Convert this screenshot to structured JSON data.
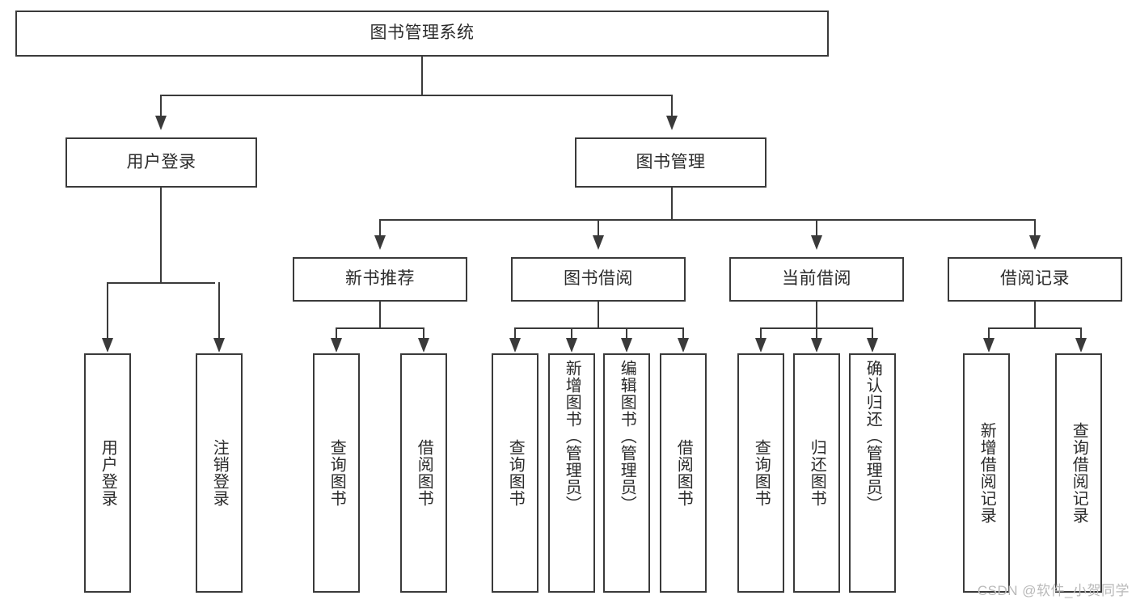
{
  "diagram": {
    "title": "图书管理系统",
    "watermark": "CSDN @软件_小贺同学",
    "colors": {
      "box_border": "#3a3a3a",
      "box_fill": "#ffffff",
      "text": "#2b2b2b",
      "connector": "#3a3a3a",
      "watermark": "#b9b9b9"
    },
    "root": {
      "label": "图书管理系统"
    },
    "level2": [
      {
        "label": "用户登录"
      },
      {
        "label": "图书管理"
      }
    ],
    "level3": [
      {
        "label": "新书推荐"
      },
      {
        "label": "图书借阅"
      },
      {
        "label": "当前借阅"
      },
      {
        "label": "借阅记录"
      }
    ],
    "leaves": {
      "user_login": [
        {
          "label": "用户登录"
        },
        {
          "label": "注销登录"
        }
      ],
      "new_book": [
        {
          "label": "查询图书"
        },
        {
          "label": "借阅图书"
        }
      ],
      "book_borrow": [
        {
          "label": "查询图书"
        },
        {
          "label": "新增图书（管理员）"
        },
        {
          "label": "编辑图书（管理员）"
        },
        {
          "label": "借阅图书"
        }
      ],
      "current_borrow": [
        {
          "label": "查询图书"
        },
        {
          "label": "归还图书"
        },
        {
          "label": "确认归还（管理员）"
        }
      ],
      "borrow_record": [
        {
          "label": "新增借阅记录"
        },
        {
          "label": "查询借阅记录"
        }
      ]
    }
  }
}
